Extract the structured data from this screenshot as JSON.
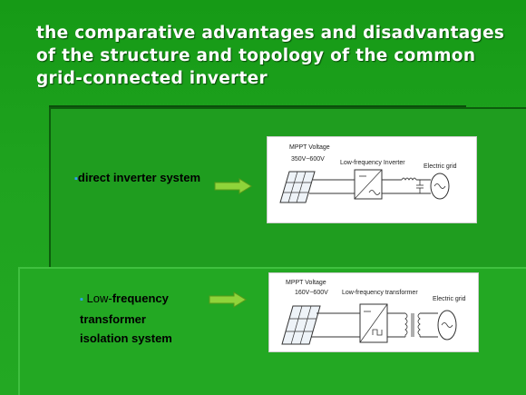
{
  "slide": {
    "title": "the comparative advantages and disadvantages of the structure and topology of the common grid-connected inverter"
  },
  "section1": {
    "bullet": "▪",
    "label": "direct inverter system",
    "diagram": {
      "mppt_label": "MPPT Voltage",
      "voltage_range": "350V~600V",
      "inverter_label": "Low-frequency Inverter",
      "grid_label": "Electric grid"
    }
  },
  "section2": {
    "bullet": "▪",
    "label_part1": "Low-",
    "label_part2": "frequency",
    "label_line2": "transformer",
    "label_line3": "isolation system",
    "diagram": {
      "mppt_label": "MPPT Voltage",
      "voltage_range": "160V~600V",
      "transformer_label": "Low-frequency transformer",
      "grid_label": "Electric grid"
    }
  },
  "colors": {
    "background": "#1fa31f",
    "arrow_fill": "#8fd43a",
    "title": "#ffffff",
    "bullet": "#2fa0ff"
  }
}
